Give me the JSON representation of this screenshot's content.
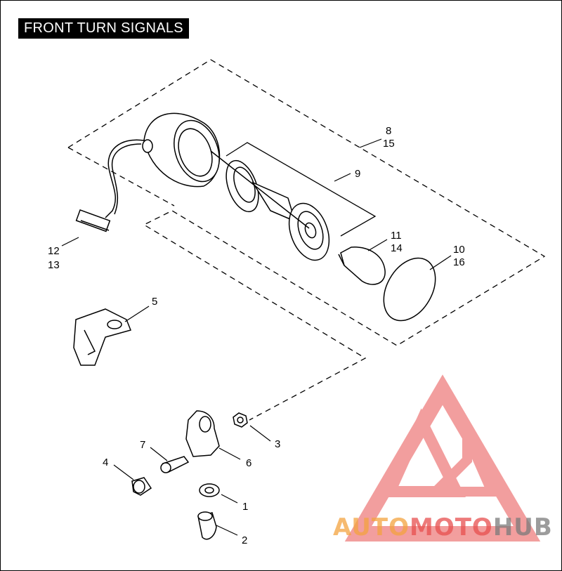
{
  "title": "FRONT TURN SIGNALS",
  "callouts": {
    "c1": "1",
    "c2": "2",
    "c3": "3",
    "c4": "4",
    "c5": "5",
    "c6": "6",
    "c7": "7",
    "c8": "8",
    "c15": "15",
    "c9": "9",
    "c11": "11",
    "c14": "14",
    "c10": "10",
    "c16": "16",
    "c12": "12",
    "c13": "13"
  },
  "watermark": {
    "part1": "AUTO",
    "part2": "MOTO",
    "part3": "HUB",
    "color_primary": "#f4a340",
    "color_secondary": "#e8504f",
    "color_tertiary": "#7b7b7b"
  }
}
